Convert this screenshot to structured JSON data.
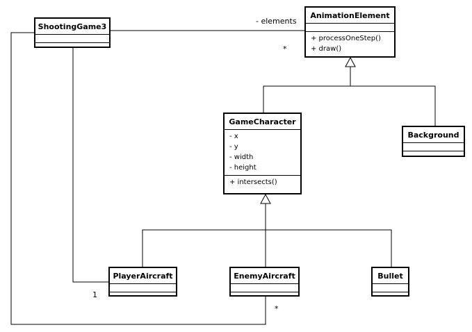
{
  "classes": {
    "shooting_game": {
      "name": "ShootingGame3",
      "attributes": [],
      "operations": []
    },
    "animation_element": {
      "name": "AnimationElement",
      "attributes": [],
      "operations": [
        "+ processOneStep()",
        "+ draw()"
      ]
    },
    "game_character": {
      "name": "GameCharacter",
      "attributes": [
        "- x",
        "- y",
        "- width",
        "- height"
      ],
      "operations": [
        "+ intersects()"
      ]
    },
    "background": {
      "name": "Background",
      "attributes": [],
      "operations": []
    },
    "player_aircraft": {
      "name": "PlayerAircraft",
      "attributes": [],
      "operations": []
    },
    "enemy_aircraft": {
      "name": "EnemyAircraft",
      "attributes": [],
      "operations": []
    },
    "bullet": {
      "name": "Bullet",
      "attributes": [],
      "operations": []
    }
  },
  "associations": {
    "elements_role": "- elements",
    "elements_multiplicity": "*",
    "player_multiplicity": "1",
    "enemy_multiplicity": "*"
  }
}
